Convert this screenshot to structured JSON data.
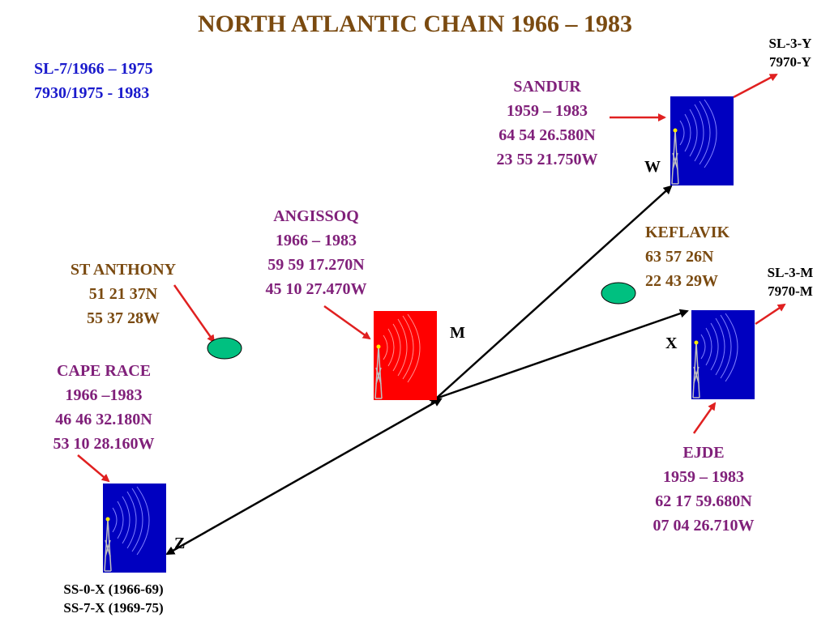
{
  "title": "NORTH ATLANTIC CHAIN 1966 – 1983",
  "chain_info": {
    "line1": "SL-7/1966 – 1975",
    "line2": "7930/1975 - 1983"
  },
  "stations": {
    "sandur": {
      "name": "SANDUR",
      "years": "1959 – 1983",
      "lat": "64 54 26.580N",
      "lon": "23 55 21.750W",
      "designator": "W",
      "rate_line1": "SL-3-Y",
      "rate_line2": "7970-Y"
    },
    "angissoq": {
      "name": "ANGISSOQ",
      "years": "1966 – 1983",
      "lat": "59 59 17.270N",
      "lon": "45 10 27.470W",
      "designator": "M"
    },
    "ejde": {
      "name": "EJDE",
      "years": "1959 – 1983",
      "lat": "62 17 59.680N",
      "lon": "07 04 26.710W",
      "designator": "X",
      "rate_line1": "SL-3-M",
      "rate_line2": "7970-M"
    },
    "cape_race": {
      "name": "CAPE RACE",
      "years": "1966 –1983",
      "lat": "46 46 32.180N",
      "lon": "53 10 28.160W",
      "designator": "Z",
      "rate_line1": "SS-0-X (1966-69)",
      "rate_line2": "SS-7-X (1969-75)"
    }
  },
  "monitors": {
    "st_anthony": {
      "name": "ST ANTHONY",
      "lat": "51 21 37N",
      "lon": "55 37 28W"
    },
    "keflavik": {
      "name": "KEFLAVIK",
      "lat": "63 57 26N",
      "lon": "22 43 29W"
    }
  },
  "colors": {
    "master": "#ff0000",
    "secondary": "#0000c0",
    "monitor": "#00c080",
    "arrow_red": "#e02020",
    "baseline": "#000000"
  },
  "icons": {
    "transmitter": "radio-tower-icon",
    "monitor": "monitor-site-icon"
  }
}
